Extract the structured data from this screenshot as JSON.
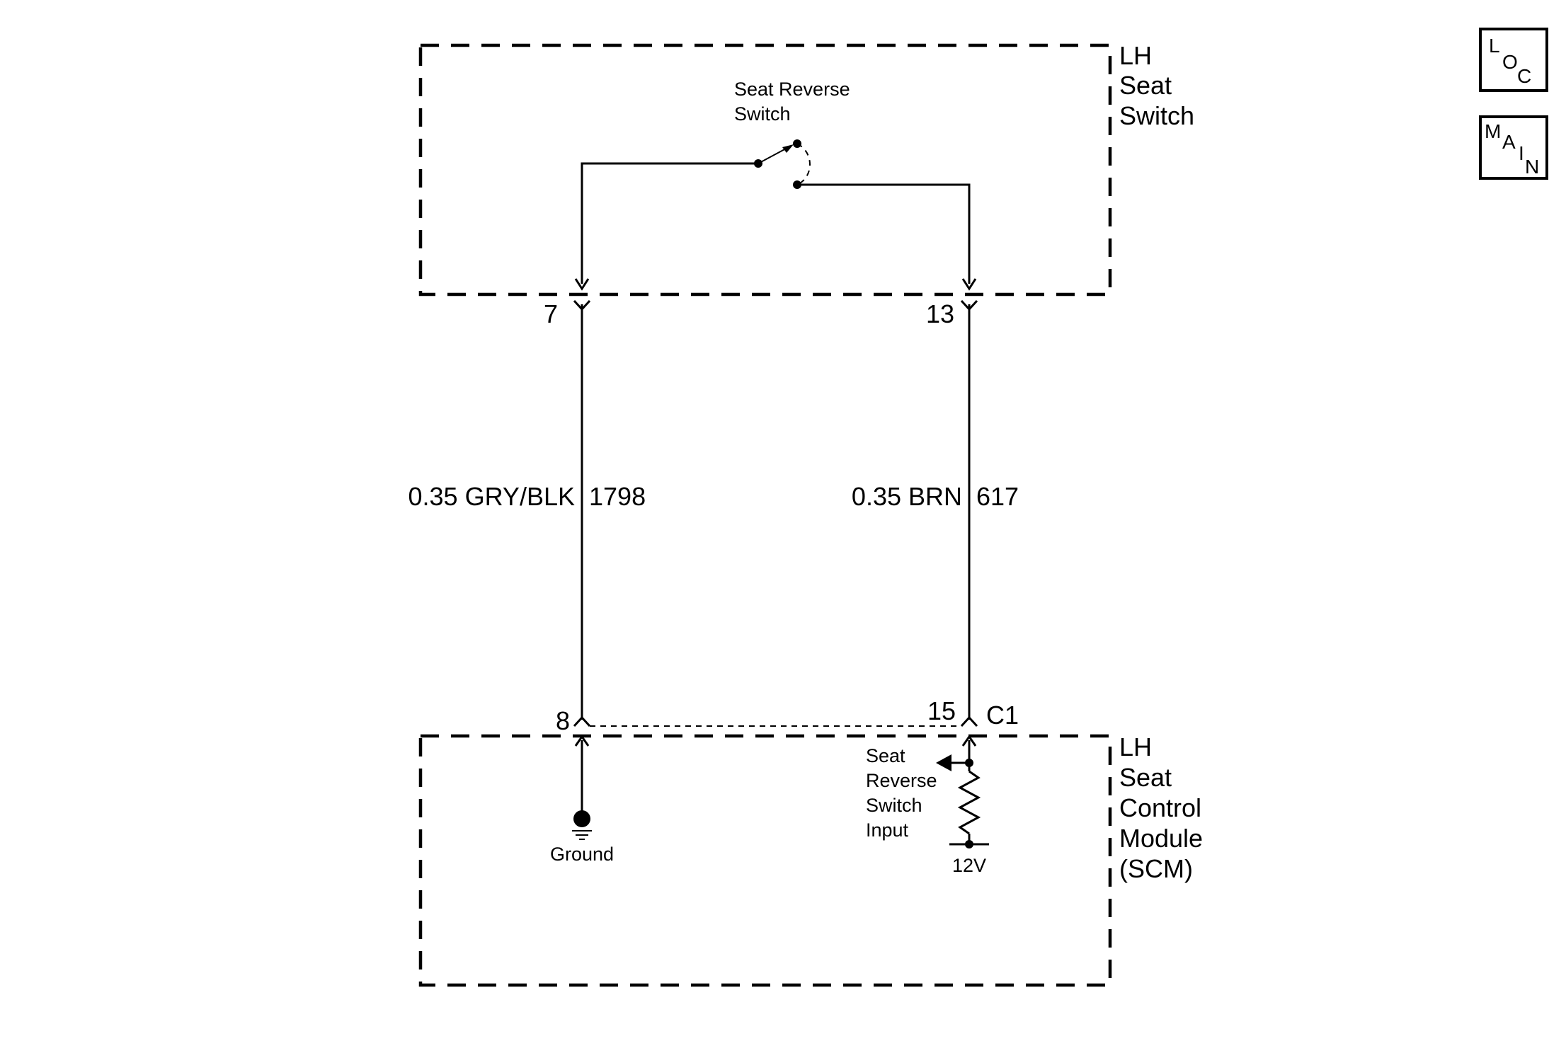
{
  "components": {
    "seat_switch": {
      "name_lines": [
        "LH",
        "Seat",
        "Switch"
      ]
    },
    "scm": {
      "name_lines": [
        "LH",
        "Seat",
        "Control",
        "Module",
        "(SCM)"
      ]
    },
    "reverse_switch": {
      "label_lines": [
        "Seat Reverse",
        "Switch"
      ]
    }
  },
  "pins": {
    "switch_left": "7",
    "switch_right": "13",
    "scm_left": "8",
    "scm_right": "15",
    "scm_connector": "C1"
  },
  "wires": {
    "left": {
      "spec": "0.35 GRY/BLK",
      "circuit": "1798"
    },
    "right": {
      "spec": "0.35 BRN",
      "circuit": "617"
    }
  },
  "internal": {
    "ground_label": "Ground",
    "input_label_lines": [
      "Seat",
      "Reverse",
      "Switch",
      "Input"
    ],
    "supply_label": "12V"
  },
  "nav": {
    "loc": {
      "letters": [
        "L",
        "O",
        "C"
      ]
    },
    "main": {
      "letters": [
        "M",
        "A",
        "I",
        "N"
      ]
    }
  }
}
